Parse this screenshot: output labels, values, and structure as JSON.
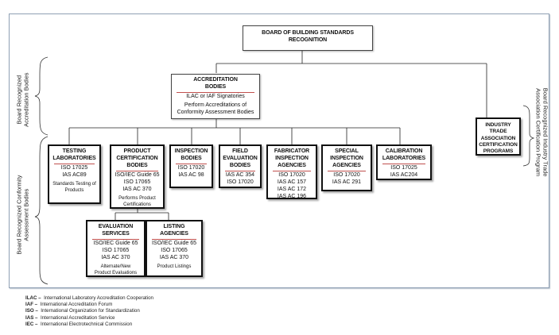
{
  "diagram": {
    "root": {
      "title_line1": "BOARD OF BUILDING STANDARDS",
      "title_line2": "RECOGNITION"
    },
    "accreditation": {
      "title_line1": "ACCREDITATION",
      "title_line2": "BODIES",
      "line1": "ILAC or IAF Signatories",
      "note_line1": "Perform Accreditations of",
      "note_line2": "Conformity Assessment Bodies"
    },
    "industry": {
      "line1": "INDUSTRY TRADE",
      "line2": "ASSOCIATION",
      "line3": "CERTIFICATION",
      "line4": "PROGRAMS"
    },
    "conformity_bodies": [
      {
        "title": [
          "TESTING",
          "LABORATORIES"
        ],
        "lines": [
          "ISO 17025",
          "IAS AC89"
        ],
        "note": [
          "Standards Testing of",
          "Products"
        ]
      },
      {
        "title": [
          "PRODUCT",
          "CERTIFICATION",
          "BODIES"
        ],
        "lines": [
          "ISO/IEC Guide 65",
          "ISO 17065",
          "IAS AC 370"
        ],
        "note": [
          "Performs Product",
          "Certifications"
        ]
      },
      {
        "title": [
          "INSPECTION",
          "BODIES"
        ],
        "lines": [
          "ISO 17020",
          "IAS AC 98"
        ],
        "note": []
      },
      {
        "title": [
          "FIELD",
          "EVALUATION",
          "BODIES"
        ],
        "lines": [
          "IAS AC 354",
          "ISO 17020"
        ],
        "note": []
      },
      {
        "title": [
          "FABRICATOR",
          "INSPECTION",
          "AGENCIES"
        ],
        "lines": [
          "ISO 17020",
          "IAS AC 157",
          "IAS AC 172",
          "IAS AC 196"
        ],
        "note": []
      },
      {
        "title": [
          "SPECIAL",
          "INSPECTION",
          "AGENCIES"
        ],
        "lines": [
          "ISO 17020",
          "IAS AC 291"
        ],
        "note": []
      },
      {
        "title": [
          "CALIBRATION",
          "LABORATORIES"
        ],
        "lines": [
          "ISO 17025",
          "IAS AC204"
        ],
        "note": []
      }
    ],
    "sub_bodies": [
      {
        "title": [
          "EVALUATION",
          "SERVICES"
        ],
        "lines": [
          "ISO/IEC Guide 65",
          "ISO 17065",
          "IAS AC 370"
        ],
        "note": [
          "Alternate/New",
          "Product Evaluations"
        ]
      },
      {
        "title": [
          "LISTING",
          "AGENCIES"
        ],
        "lines": [
          "ISO/IEC Guide 65",
          "ISO 17065",
          "IAS AC 370"
        ],
        "note": [
          "Product Listings"
        ]
      }
    ],
    "side_labels": {
      "accreditation": [
        "Board Recognized",
        "Accreditation Bodies"
      ],
      "conformity": [
        "Board Recognized Conformity",
        "Assessment Bodies"
      ],
      "industry": [
        "Board Recognized Industry Trade",
        "Association Certification Program"
      ]
    }
  },
  "legend": [
    {
      "abbr": "ILAC –",
      "text": "International Laboratory Accreditation Cooperation"
    },
    {
      "abbr": "IAF –",
      "text": "International Accreditation Forum"
    },
    {
      "abbr": "ISO –",
      "text": "International Organization for Standardization"
    },
    {
      "abbr": "IAS –",
      "text": "International Accreditation Service"
    },
    {
      "abbr": "IEC –",
      "text": "International Electrotechnical Commission"
    }
  ]
}
